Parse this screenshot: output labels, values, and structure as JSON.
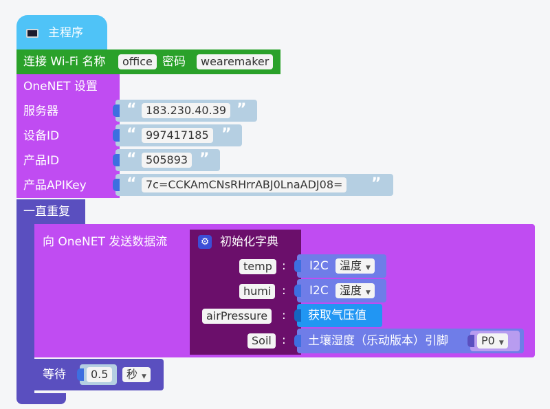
{
  "hat": {
    "title": "主程序"
  },
  "wifi": {
    "label_prefix": "连接 Wi-Fi 名称",
    "ssid": "office",
    "password_label": "密码",
    "password": "wearemaker"
  },
  "onenet": {
    "title": "OneNET 设置",
    "server_label": "服务器",
    "server_value": "183.230.40.39",
    "device_label": "设备ID",
    "device_value": "997417185",
    "product_label": "产品ID",
    "product_value": "505893",
    "apikey_label": "产品APIKey",
    "apikey_value": "7c=CCKAmCNsRHrrABJ0LnaADJ08="
  },
  "loop": {
    "title": "一直重复"
  },
  "send": {
    "title": "向 OneNET 发送数据流"
  },
  "dict": {
    "title": "初始化字典",
    "entries": [
      {
        "key": "temp",
        "value_prefix": "I2C",
        "value_option": "温度"
      },
      {
        "key": "humi",
        "value_prefix": "I2C",
        "value_option": "湿度"
      },
      {
        "key": "airPressure",
        "value": "获取气压值"
      },
      {
        "key": "Soil",
        "value": "土壤湿度（乐动版本）引脚",
        "pin_option": "P0"
      }
    ],
    "colon": ":"
  },
  "wait": {
    "label": "等待",
    "value": "0.5",
    "unit": "秒"
  },
  "quotes": {
    "open": "“",
    "close": "”"
  },
  "colors": {
    "hat": "#4fc3f7",
    "wifi": "#2aa12a",
    "onenet": "#c04cf2",
    "loop": "#5a4fbf",
    "dict": "#6b0f6b",
    "i2c": "#6f7de8",
    "text": "#b5cfe2"
  }
}
